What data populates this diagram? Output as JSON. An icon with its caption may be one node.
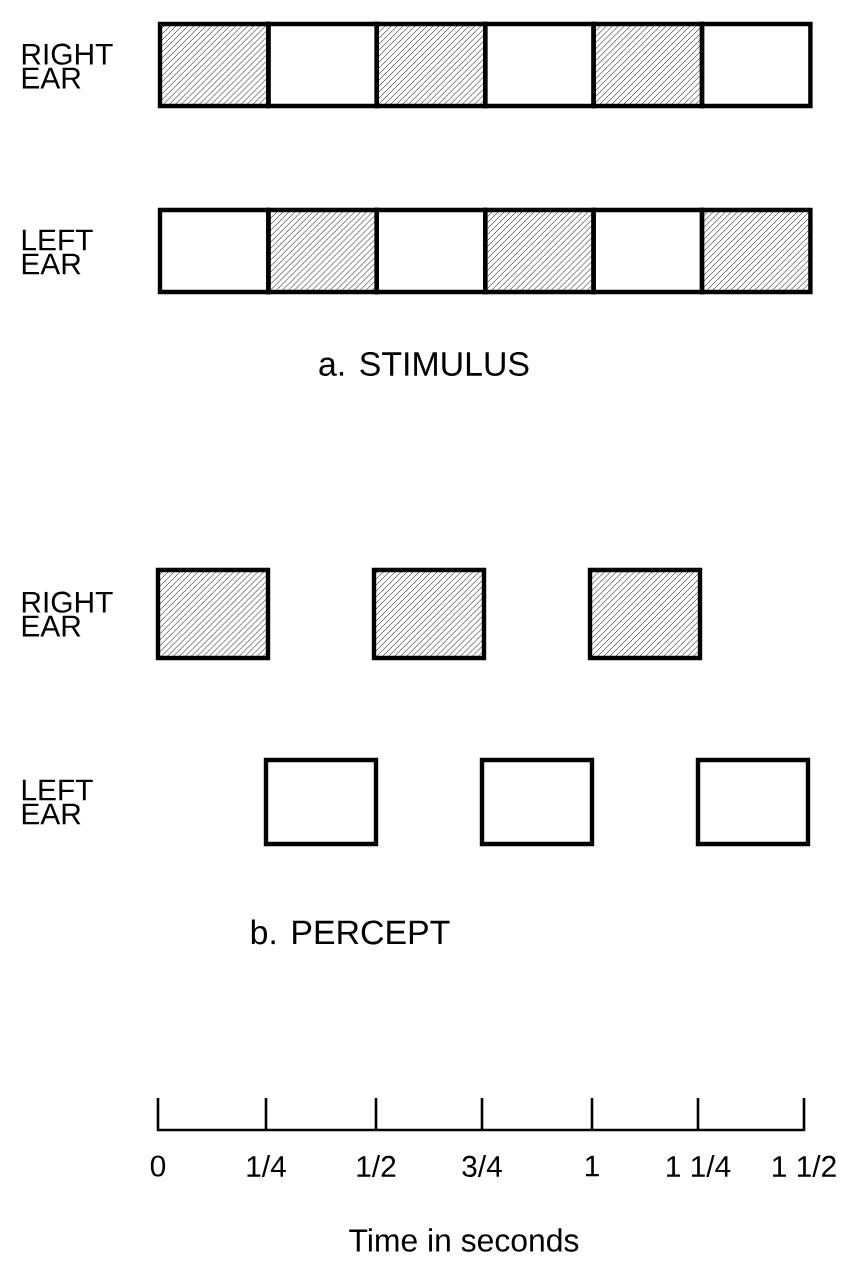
{
  "diagram": {
    "nodes": [
      {
        "text": [],
        "shape": "box"
      },
      {
        "text": [],
        "shape": "box"
      },
      {
        "text": [],
        "shape": "box"
      },
      {
        "text": [],
        "shape": "box"
      },
      {
        "text": [],
        "shape": "box"
      },
      {
        "text": [],
        "shape": "box"
      },
      {
        "text": [],
        "shape": "box"
      },
      {
        "text": [],
        "shape": "box"
      },
      {
        "text": [],
        "shape": "box"
      },
      {
        "text": [],
        "shape": "box"
      },
      {
        "text": [],
        "shape": "box"
      },
      {
        "text": [],
        "shape": "box"
      },
      {
        "text": [],
        "shape": "box"
      },
      {
        "text": [],
        "shape": "box"
      },
      {
        "text": [],
        "shape": "box"
      },
      {
        "text": [],
        "shape": "box"
      },
      {
        "text": [],
        "shape": "box"
      },
      {
        "text": [],
        "shape": "box"
      }
    ],
    "labels": [
      "RIGHT EAR",
      "LEFT EAR",
      "a. STIMULUS",
      "RIGHT EAR",
      "LEFT EAR",
      "b. PERCEPT",
      "0",
      "1/4",
      "1/2",
      "3/4",
      "1",
      "1 1/4",
      "1 1/2",
      "Time in seconds"
    ]
  }
}
